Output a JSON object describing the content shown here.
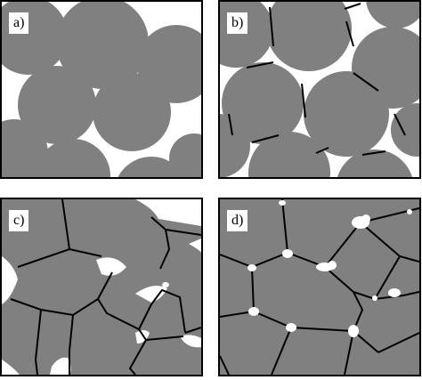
{
  "panels": [
    {
      "id": "a",
      "label": "a)"
    },
    {
      "id": "b",
      "label": "b)"
    },
    {
      "id": "c",
      "label": "c)"
    },
    {
      "id": "d",
      "label": "d)"
    }
  ],
  "colors": {
    "grain": "#808080",
    "pore": "#ffffff",
    "boundary": "#000000"
  }
}
